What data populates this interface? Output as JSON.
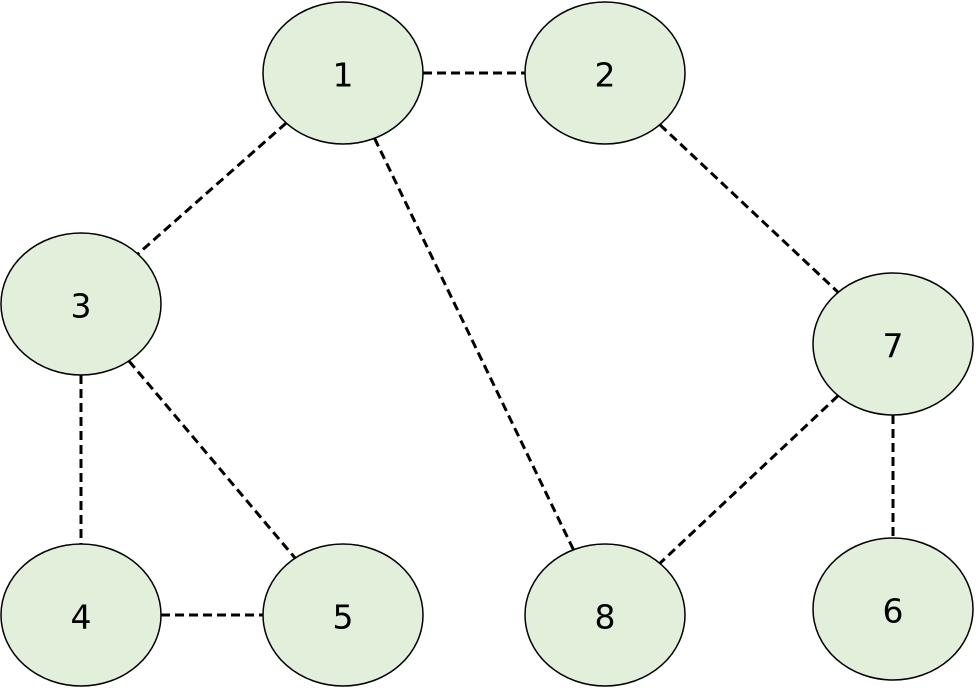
{
  "graph": {
    "nodes": [
      {
        "id": "n1",
        "label": "1"
      },
      {
        "id": "n2",
        "label": "2"
      },
      {
        "id": "n3",
        "label": "3"
      },
      {
        "id": "n4",
        "label": "4"
      },
      {
        "id": "n5",
        "label": "5"
      },
      {
        "id": "n6",
        "label": "6"
      },
      {
        "id": "n7",
        "label": "7"
      },
      {
        "id": "n8",
        "label": "8"
      }
    ],
    "edges": [
      {
        "from": "n1",
        "to": "n2"
      },
      {
        "from": "n1",
        "to": "n3"
      },
      {
        "from": "n1",
        "to": "n8"
      },
      {
        "from": "n2",
        "to": "n7"
      },
      {
        "from": "n3",
        "to": "n4"
      },
      {
        "from": "n3",
        "to": "n5"
      },
      {
        "from": "n4",
        "to": "n5"
      },
      {
        "from": "n7",
        "to": "n8"
      },
      {
        "from": "n7",
        "to": "n6"
      }
    ],
    "node_fill": "#e2efda",
    "node_stroke": "#000000",
    "edge_style": "dashed",
    "edge_color": "#000000"
  }
}
